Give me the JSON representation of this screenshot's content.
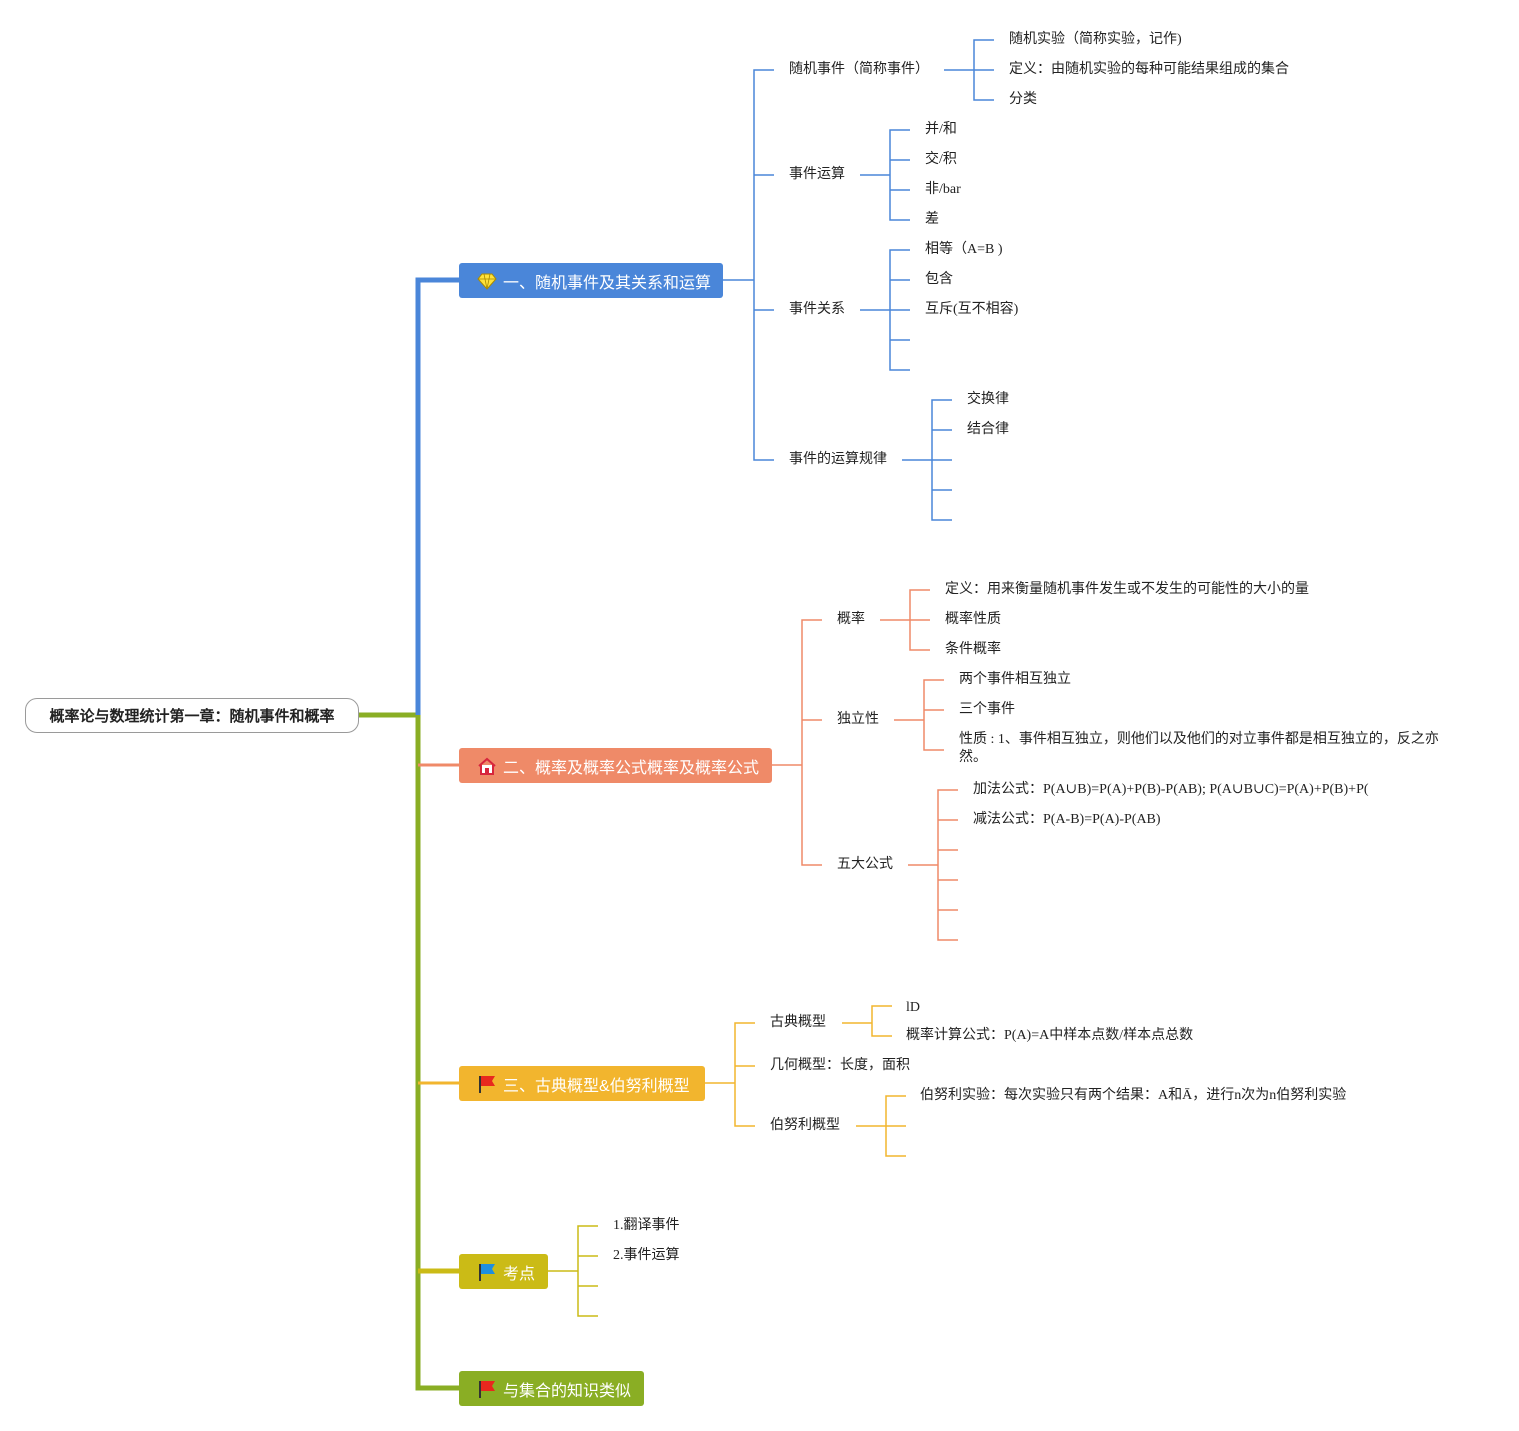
{
  "root": {
    "label": "概率论与数理统计第一章：随机事件和概率"
  },
  "colors": {
    "blue": "#4a86d9",
    "salmon": "#ef8a68",
    "yellow": "#f2b52e",
    "olive": "#cbbb16",
    "green": "#8aae24"
  },
  "branches": [
    {
      "label": "一、随机事件及其关系和运算",
      "icon": "diamond-icon",
      "color": "#4a86d9",
      "children": [
        {
          "label": "随机事件（简称事件）",
          "children": [
            "随机实验（简称实验，记作)",
            "定义：由随机实验的每种可能结果组成的集合",
            "分类"
          ]
        },
        {
          "label": "事件运算",
          "children": [
            "并/和",
            "交/积",
            "非/bar",
            "差"
          ]
        },
        {
          "label": "事件关系",
          "children": [
            "相等（A=B )",
            "包含",
            "互斥(互不相容)"
          ]
        },
        {
          "label": "事件的运算规律",
          "children": [
            "交换律",
            "结合律"
          ]
        }
      ]
    },
    {
      "label": "二、概率及概率公式概率及概率公式",
      "icon": "house-icon",
      "color": "#ef8a68",
      "children": [
        {
          "label": "概率",
          "children": [
            "定义：用来衡量随机事件发生或不发生的可能性的大小的量",
            "概率性质",
            "条件概率"
          ]
        },
        {
          "label": "独立性",
          "children": [
            "两个事件相互独立",
            "三个事件",
            "性质 : 1、事件相互独立，则他们以及他们的对立事件都是相互独立的，反之亦然。"
          ]
        },
        {
          "label": "五大公式",
          "children": [
            "加法公式：P(A∪B)=P(A)+P(B)-P(AB); P(A∪B∪C)=P(A)+P(B)+P(",
            "减法公式：P(A-B)=P(A)-P(AB)"
          ]
        }
      ]
    },
    {
      "label": "三、古典概型&伯努利概型",
      "icon": "flag-red-icon",
      "color": "#f2b52e",
      "children": [
        {
          "label": "古典概型",
          "children": [
            "lD",
            "概率计算公式：P(A)=A中样本点数/样本点总数"
          ]
        },
        {
          "label": "几何概型：长度，面积",
          "children": []
        },
        {
          "label": "伯努利概型",
          "children": [
            "伯努利实验：每次实验只有两个结果：A和Ā，进行n次为n伯努利实验"
          ]
        }
      ]
    },
    {
      "label": "考点",
      "icon": "flag-blue-icon",
      "color": "#cbbb16",
      "children": [
        "1.翻译事件",
        "2.事件运算"
      ]
    },
    {
      "label": "与集合的知识类似",
      "icon": "flag-red-icon",
      "color": "#8aae24",
      "children": []
    }
  ]
}
